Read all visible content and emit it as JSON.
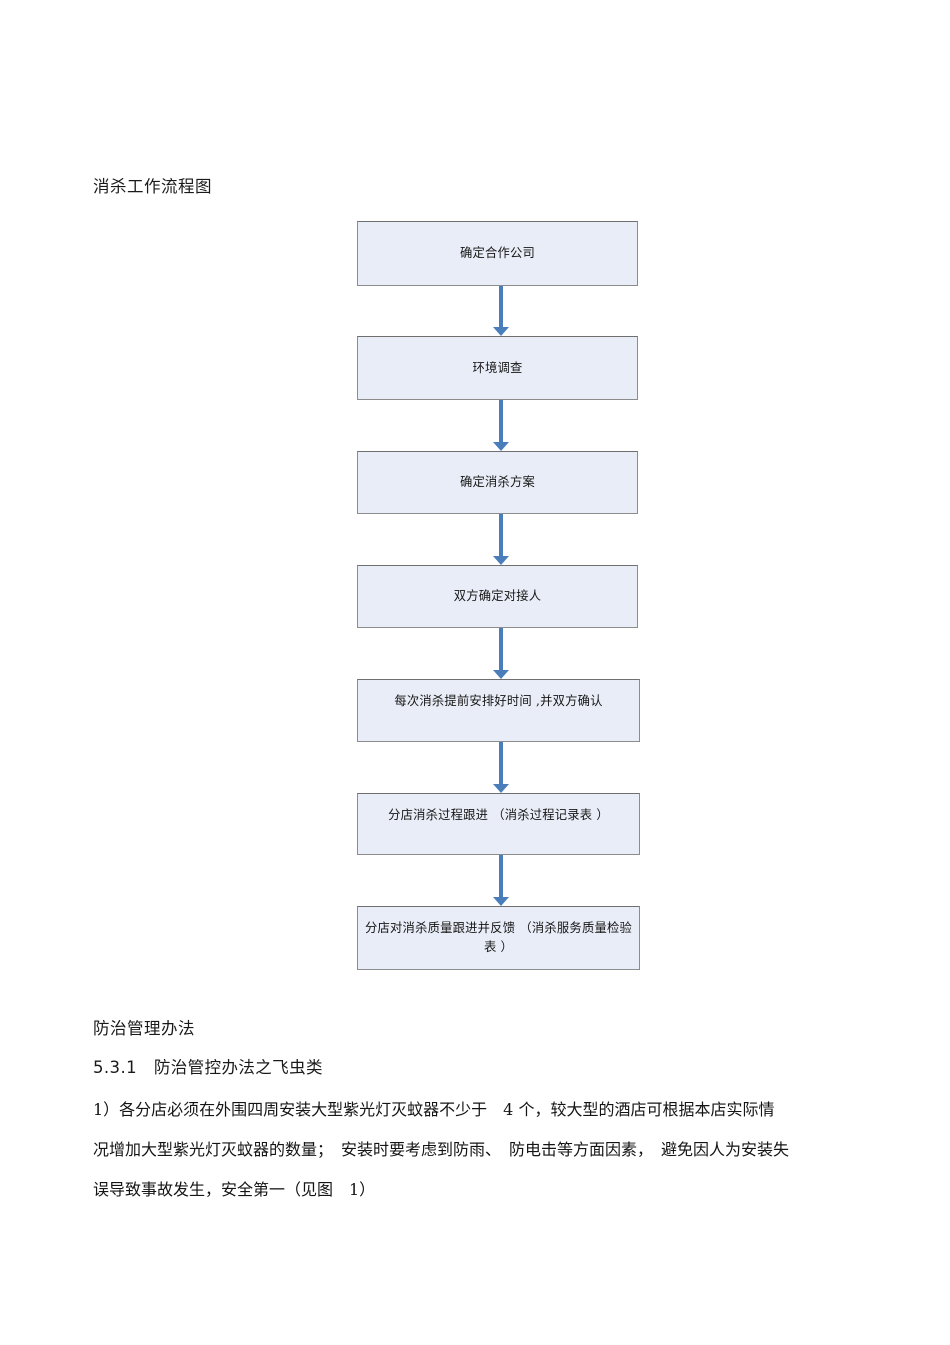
{
  "document": {
    "title": "消杀工作流程图"
  },
  "flowchart": {
    "title": "消杀工作流程图",
    "box_fill_color": "#e9edf7",
    "box_border_color": "#8c8c8c",
    "arrow_color": "#4a7ebb",
    "nodes": [
      {
        "id": "node-1",
        "label": "确定合作公司",
        "style": "centered"
      },
      {
        "id": "node-2",
        "label": "环境调查",
        "style": "centered"
      },
      {
        "id": "node-3",
        "label": "确定消杀方案",
        "style": "centered"
      },
      {
        "id": "node-4",
        "label": "双方确定对接人",
        "style": "centered"
      },
      {
        "id": "node-5",
        "label": "每次消杀提前安排好时间  ,并双方确认",
        "style": "justified"
      },
      {
        "id": "node-6",
        "label": "分店消杀过程跟进  （消杀过程记录表 ）",
        "style": "justified"
      },
      {
        "id": "node-7",
        "label": "分店对消杀质量跟进并反馈  （消杀服务质量检验表  ）",
        "style": "justified"
      }
    ],
    "connectors": [
      {
        "from": "node-1",
        "to": "node-2"
      },
      {
        "from": "node-2",
        "to": "node-3"
      },
      {
        "from": "node-3",
        "to": "node-4"
      },
      {
        "from": "node-4",
        "to": "node-5"
      },
      {
        "from": "node-5",
        "to": "node-6"
      },
      {
        "from": "node-6",
        "to": "node-7"
      }
    ]
  },
  "body": {
    "heading_main": "防治管理办法",
    "heading_section": "5.3.1　防治管控办法之飞虫类",
    "paragraph_lines": [
      "1）各分店必须在外围四周安装大型紫光灯灭蚊器不少于　4 个，较大型的酒店可根据本店实际情",
      "况增加大型紫光灯灭蚊器的数量；　安装时要考虑到防雨、　防电击等方面因素，　避免因人为安装失",
      "误导致事故发生，安全第一（见图　1）"
    ]
  }
}
